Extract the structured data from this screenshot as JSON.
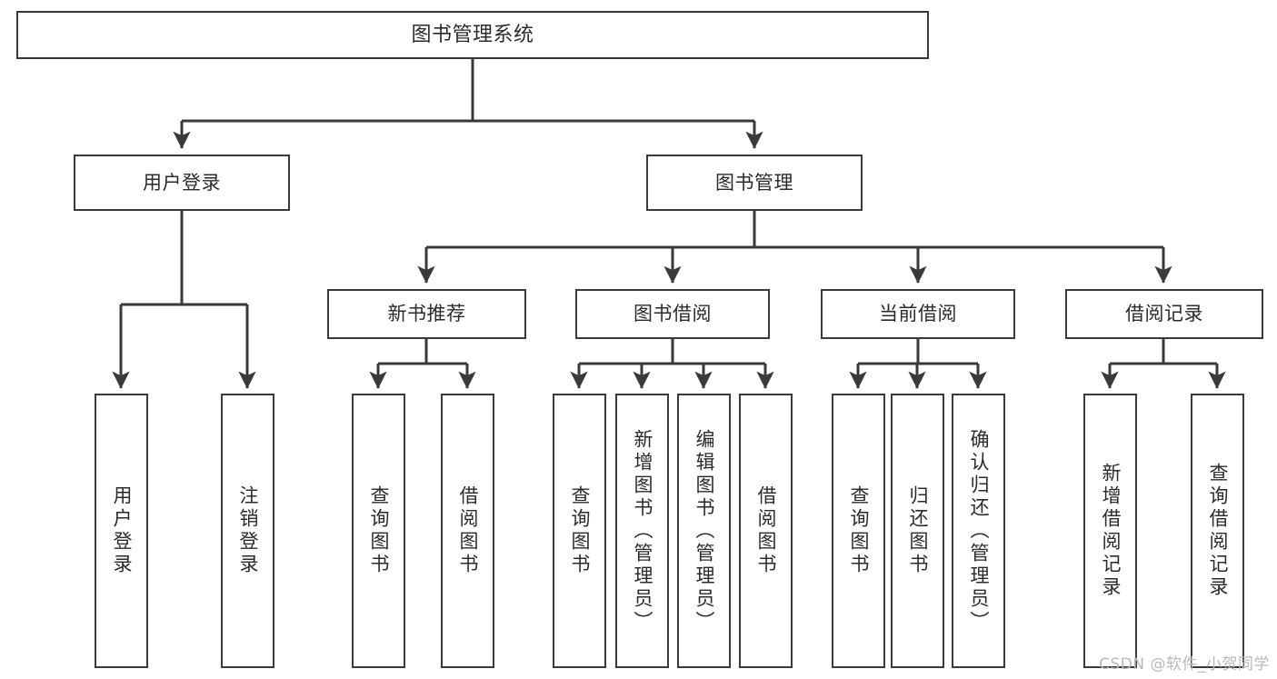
{
  "diagram": {
    "title": "图书管理系统",
    "type": "tree",
    "style": {
      "background": "#ffffff",
      "box_border": "#3a3a3a",
      "box_fill": "#ffffff",
      "text": "#2b2b2b",
      "connector": "#3a3a3a",
      "watermark": "#b9b9b9"
    }
  },
  "root": {
    "label": "图书管理系统"
  },
  "level2": [
    {
      "label": "用户登录"
    },
    {
      "label": "图书管理"
    }
  ],
  "level3": [
    {
      "label": "新书推荐"
    },
    {
      "label": "图书借阅"
    },
    {
      "label": "当前借阅"
    },
    {
      "label": "借阅记录"
    }
  ],
  "leaves": {
    "user_login": [
      {
        "label": "用户登录"
      },
      {
        "label": "注销登录"
      }
    ],
    "new_book_recommend": [
      {
        "label": "查询图书"
      },
      {
        "label": "借阅图书"
      }
    ],
    "book_borrow": [
      {
        "label": "查询图书"
      },
      {
        "label": "新增图书（管理员）"
      },
      {
        "label": "编辑图书（管理员）"
      },
      {
        "label": "借阅图书"
      }
    ],
    "current_borrow": [
      {
        "label": "查询图书"
      },
      {
        "label": "归还图书"
      },
      {
        "label": "确认归还（管理员）"
      }
    ],
    "borrow_record": [
      {
        "label": "新增借阅记录"
      },
      {
        "label": "查询借阅记录"
      }
    ]
  },
  "watermark": {
    "text": "CSDN @软件_小贺同学"
  }
}
